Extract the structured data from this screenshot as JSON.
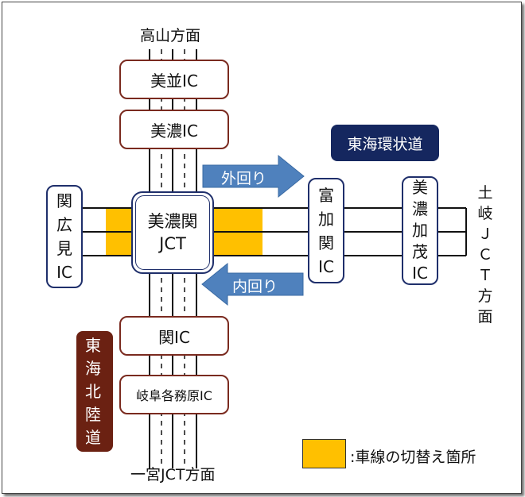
{
  "colors": {
    "highlight": "#ffc000",
    "navy": "#15275f",
    "brown": "#6b2112",
    "arrow": "#4f81bd",
    "road": "#111111"
  },
  "labels": {
    "north": "高山方面",
    "south": "一宮JCT方面",
    "east": "土岐ＪＣＴ方面"
  },
  "interchanges": {
    "minami": "美並IC",
    "mino": "美濃IC",
    "seki": "関IC",
    "gifu": "岐阜各務原IC",
    "sekihiromi": "関広見IC",
    "tomika": "富加関IC",
    "minokamo": "美濃加茂IC"
  },
  "junction": {
    "line1": "美濃関",
    "line2": "JCT"
  },
  "routes": {
    "tokai_kanjo": "東海環状道",
    "tokai_hokuriku": "東海北陸道"
  },
  "arrows": {
    "outer": "外回り",
    "inner": "内回り"
  },
  "legend": {
    "text": ":車線の切替え箇所"
  }
}
